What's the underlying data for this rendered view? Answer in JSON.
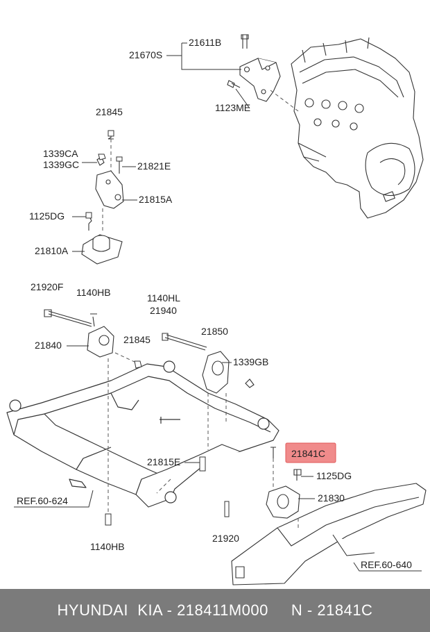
{
  "colors": {
    "highlight_fill": "#f08b8b",
    "highlight_stroke": "#e05a5a",
    "footer_background": "#7b7b7b",
    "footer_text": "#ffffff",
    "line_art": "#333333",
    "dashed_leader": "#555555"
  },
  "labels": {
    "l_21611B": "21611B",
    "l_21670S": "21670S",
    "l_1123ME": "1123ME",
    "l_21845_top": "21845",
    "l_1339CA": "1339CA",
    "l_1339GC": "1339GC",
    "l_21821E": "21821E",
    "l_21815A": "21815A",
    "l_1125DG_left": "1125DG",
    "l_21810A": "21810A",
    "l_21920F": "21920F",
    "l_1140HB_top": "1140HB",
    "l_1140HL": "1140HL",
    "l_21940": "21940",
    "l_21840": "21840",
    "l_21845_mid": "21845",
    "l_21850": "21850",
    "l_1339GB": "1339GB",
    "l_21841C": "21841C",
    "l_21815E": "21815E",
    "l_1125DG_right": "1125DG",
    "l_21830": "21830",
    "l_21920": "21920",
    "l_1140HB_bottom": "1140HB"
  },
  "references": {
    "left": {
      "prefix": "REF.",
      "number": "60-624"
    },
    "right": {
      "prefix": "REF.",
      "number": "60-640"
    }
  },
  "footer": {
    "text": "HYUNDAI  KIA - 218411M000     N - 21841C"
  }
}
